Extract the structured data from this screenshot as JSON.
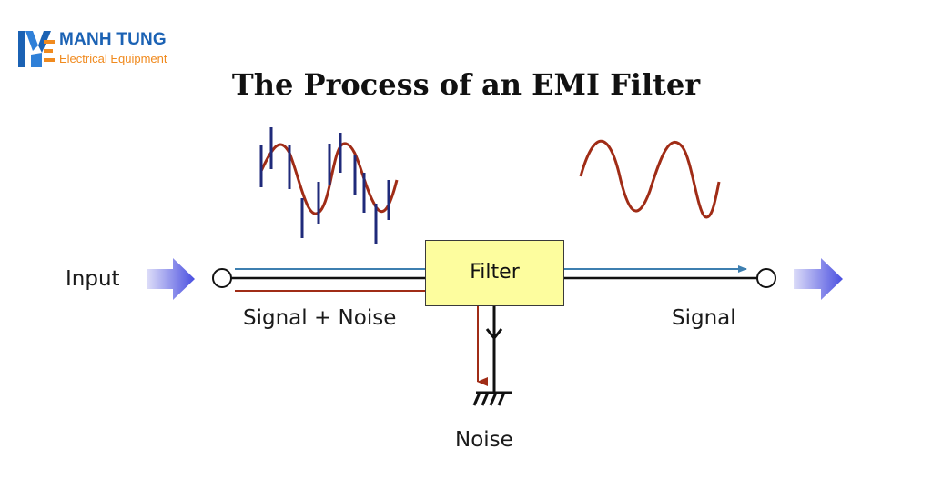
{
  "brand": {
    "name": "MANH TUNG",
    "tagline": "Electrical Equipment",
    "primary_color": "#1b62b4",
    "accent_color": "#f08a1e"
  },
  "title": "The Process of an EMI Filter",
  "labels": {
    "input": "Input",
    "signal_noise": "Signal  + Noise",
    "filter": "Filter",
    "signal_out": "Signal",
    "noise": "Noise"
  },
  "colors": {
    "signal_wave": "#a02c16",
    "noise_spikes": "#1f2a7a",
    "signal_path": "#3d7fb0",
    "noise_path": "#a02c16",
    "filter_box": "#fdfd9e",
    "arrows": "#5a5fe0"
  },
  "icons": [
    "input-arrow-icon",
    "output-arrow-icon",
    "ground-icon",
    "input-terminal-icon",
    "output-terminal-icon"
  ]
}
